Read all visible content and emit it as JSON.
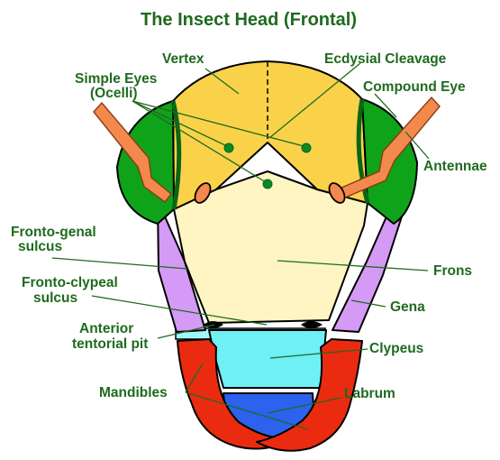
{
  "title": "The Insect Head (Frontal)",
  "labels": {
    "vertex": "Vertex",
    "ecdysial_cleavage": "Ecdysial Cleavage",
    "simple_eyes_1": "Simple Eyes",
    "simple_eyes_2": "(Ocelli)",
    "compound_eye": "Compound Eye",
    "antennae": "Antennae",
    "fronto_genal_1": "Fronto-genal",
    "fronto_genal_2": "sulcus",
    "frons": "Frons",
    "fronto_clypeal_1": "Fronto-clypeal",
    "fronto_clypeal_2": "sulcus",
    "gena": "Gena",
    "anterior_1": "Anterior",
    "anterior_2": "tentorial pit",
    "clypeus": "Clypeus",
    "mandibles": "Mandibles",
    "labrum": "Labrum"
  },
  "colors": {
    "label_text": "#1f6a1f",
    "vertex": "#fad24a",
    "frons": "#fff5c2",
    "compound_eye": "#0fa31a",
    "compound_eye_dark": "#0a6614",
    "ocelli": "#0c8a1a",
    "antenna": "#f4894e",
    "gena": "#d49af5",
    "clypeus": "#6ef0f5",
    "labrum": "#2c62ee",
    "mandibles": "#ea2b10",
    "membrane": "#a2f4fb"
  }
}
